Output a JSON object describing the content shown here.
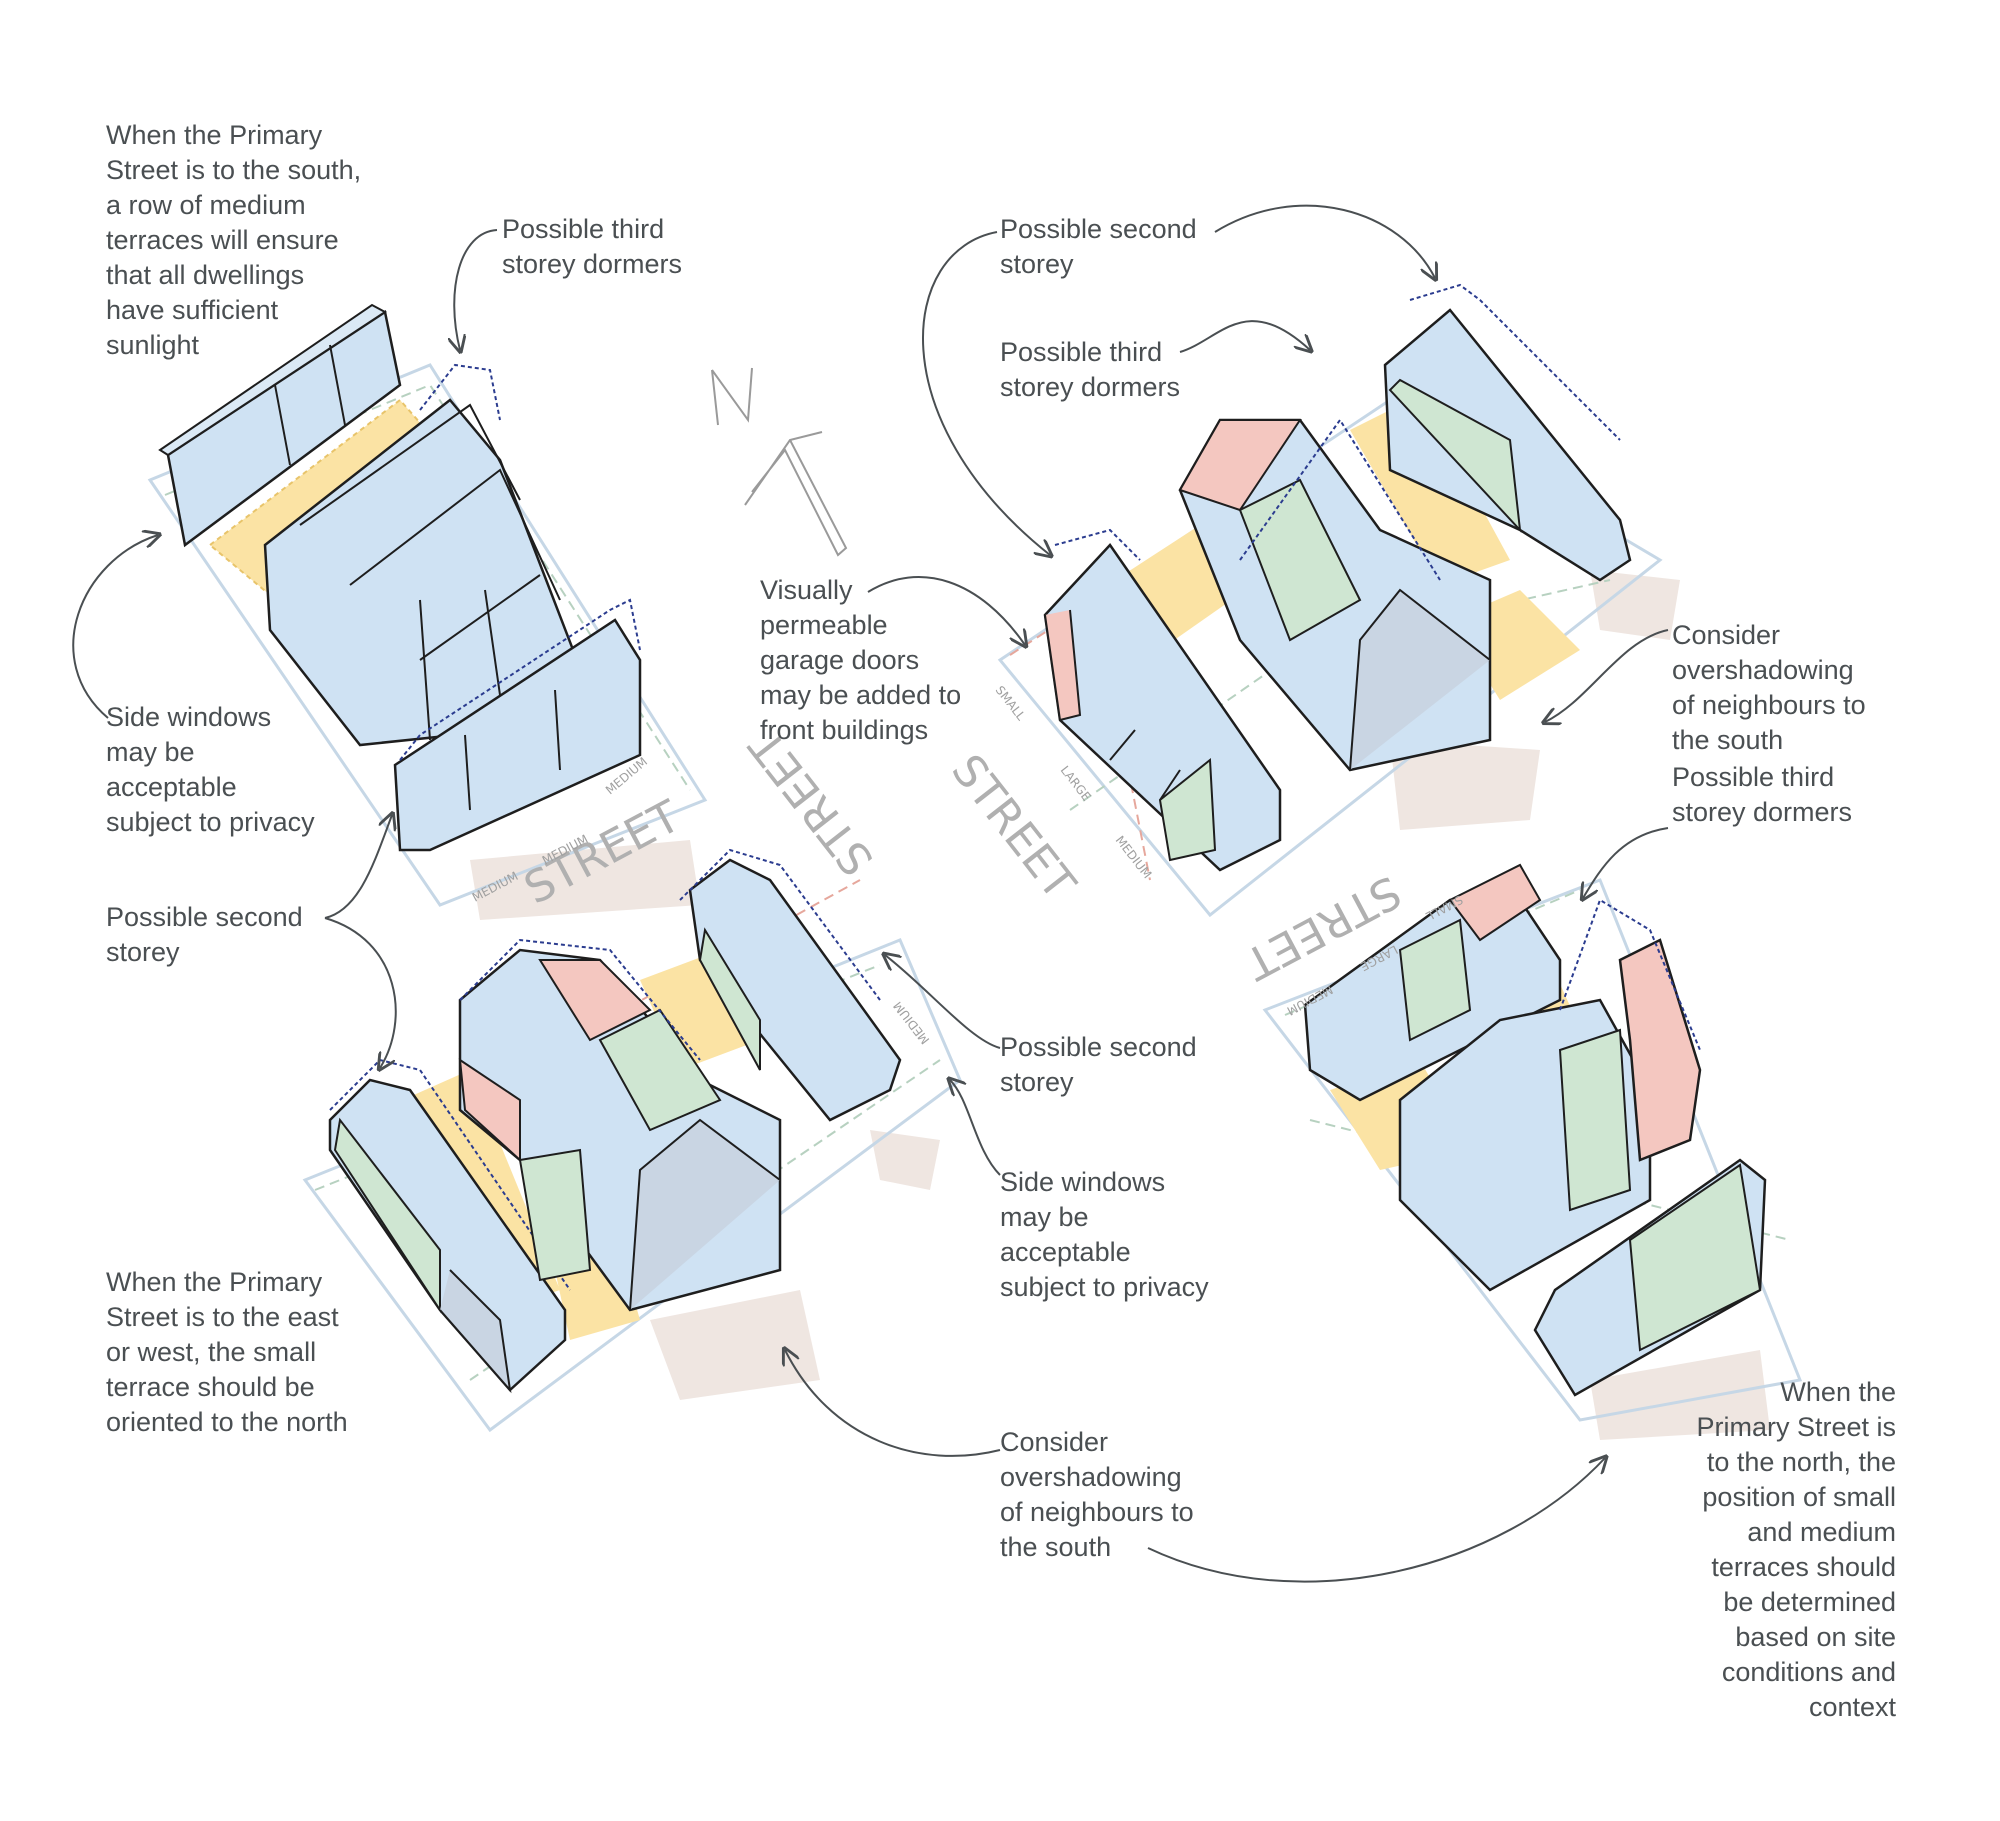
{
  "notes": {
    "primary_south": "When the Primary\nStreet is to the south,\na row of medium\nterraces will ensure\nthat all dwellings\nhave sufficient\nsunlight",
    "dormers_a": "Possible third\nstorey dormers",
    "side_windows_a": "Side windows\nmay be\nacceptable\nsubject to privacy",
    "second_storey_a": "Possible second\nstorey",
    "primary_east_west": "When the Primary\nStreet is to the east\nor west, the small\nterrace should be\noriented to the north",
    "second_storey_b": "Possible second\nstorey",
    "dormers_b": "Possible third\nstorey dormers",
    "garage_doors": "Visually\npermeable\ngarage doors\nmay be added to\nfront buildings",
    "second_storey_c": "Possible second\nstorey",
    "side_windows_c": "Side windows\nmay be\nacceptable\nsubject to privacy",
    "overshadow_c": "Consider\novershadowing\nof neighbours to\nthe south",
    "overshadow_d": "Consider\novershadowing\nof neighbours to\nthe south",
    "dormers_d": "Possible third\nstorey dormers",
    "primary_north": "When the\nPrimary Street is\nto the north, the\nposition of small\nand medium\nterraces should\nbe determined\nbased on site\nconditions and\ncontext"
  },
  "sketch_labels": {
    "street": "STREET",
    "north": "N",
    "medium": "MEDIUM",
    "small": "SMALL",
    "large": "LARGE"
  },
  "colors": {
    "blue": "#cfe2f3",
    "yellow": "#fbe3a4",
    "green": "#cfe6d2",
    "red": "#f4c7c0",
    "ink": "#1e1e1e",
    "text": "#4a4f52",
    "dormer": "#2b3c8f"
  }
}
